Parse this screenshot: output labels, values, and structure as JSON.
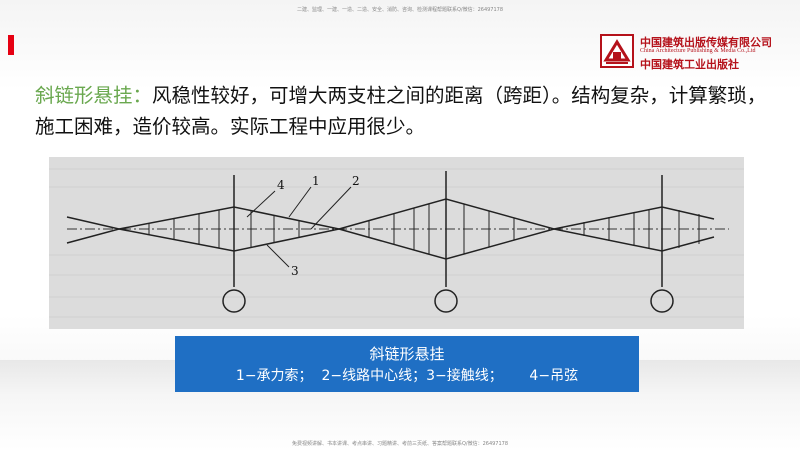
{
  "header_note": "二建、监理、一建、一造、二造、安全、消防、咨询、检测课程帮题联系Q/微信：26497178",
  "footer_note": "免费视频讲解、书本讲课、考点串讲、习题精讲、考前三页纸、答案帮题联系Q/微信：26497178",
  "publisher": {
    "name_cn": "中国建筑出版传媒有限公司",
    "name_en": "China Architecture Publishing & Media Co.,Ltd",
    "name_calligraphy": "中国建筑工业出版社"
  },
  "heading": {
    "term": "斜链形悬挂",
    "colon": "：",
    "body": "风稳性较好，可增大两支柱之间的距离（跨距）。结构复杂，计算繁琐，施工困难，造价较高。实际工程中应用很少。"
  },
  "diagram": {
    "labels": [
      "4",
      "1",
      "2",
      "3"
    ]
  },
  "caption": {
    "title": "斜链形悬挂",
    "legend": "1−承力索；  2−线路中心线；3−接触线；      4−吊弦"
  },
  "colors": {
    "accent_green": "#6aa84f",
    "caption_blue": "#1f6fc4",
    "logo_red": "#b5121b"
  }
}
